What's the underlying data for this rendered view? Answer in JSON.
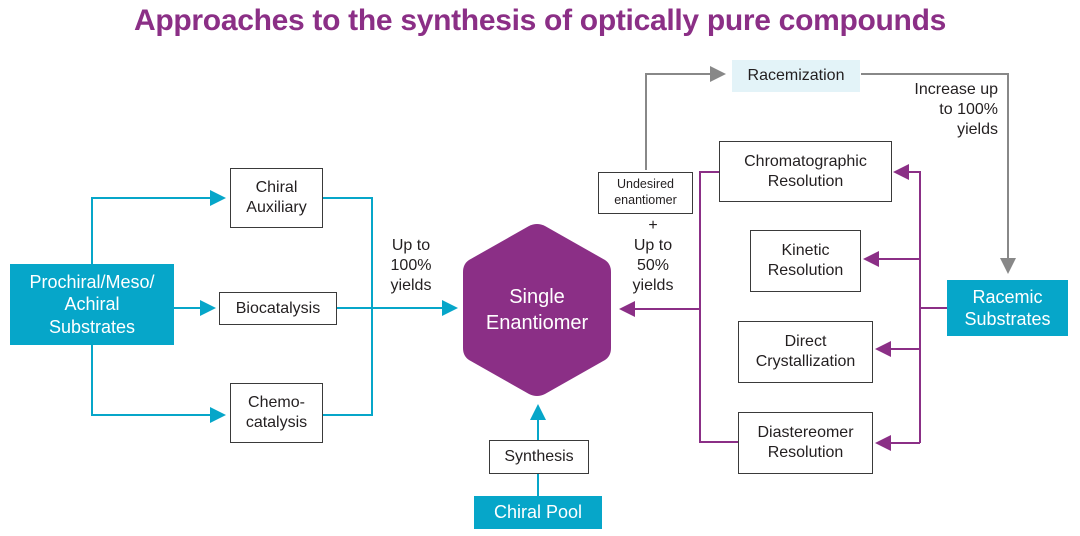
{
  "title": "Approaches to the synthesis of optically pure compounds",
  "colors": {
    "teal": "#06a6c9",
    "purple": "#8b2f86",
    "gray": "#888888",
    "light_blue": "#e3f3f8"
  },
  "nodes": {
    "prochiral": "Prochiral/Meso/\nAchiral\nSubstrates",
    "chiral_auxiliary": "Chiral\nAuxiliary",
    "biocatalysis": "Biocatalysis",
    "chemocatalysis": "Chemo-\ncatalysis",
    "single_enantiomer": "Single\nEnantiomer",
    "synthesis": "Synthesis",
    "chiral_pool": "Chiral Pool",
    "racemization": "Racemization",
    "undesired": "Undesired\nenantiomer",
    "chromatographic": "Chromatographic\nResolution",
    "kinetic": "Kinetic\nResolution",
    "direct": "Direct\nCrystallization",
    "diastereomer": "Diastereomer\nResolution",
    "racemic": "Racemic\nSubstrates"
  },
  "labels": {
    "up_to_100": "Up to\n100%\nyields",
    "up_to_50": "+\nUp to\n50%\nyields",
    "increase": "Increase up\nto 100%\nyields"
  }
}
